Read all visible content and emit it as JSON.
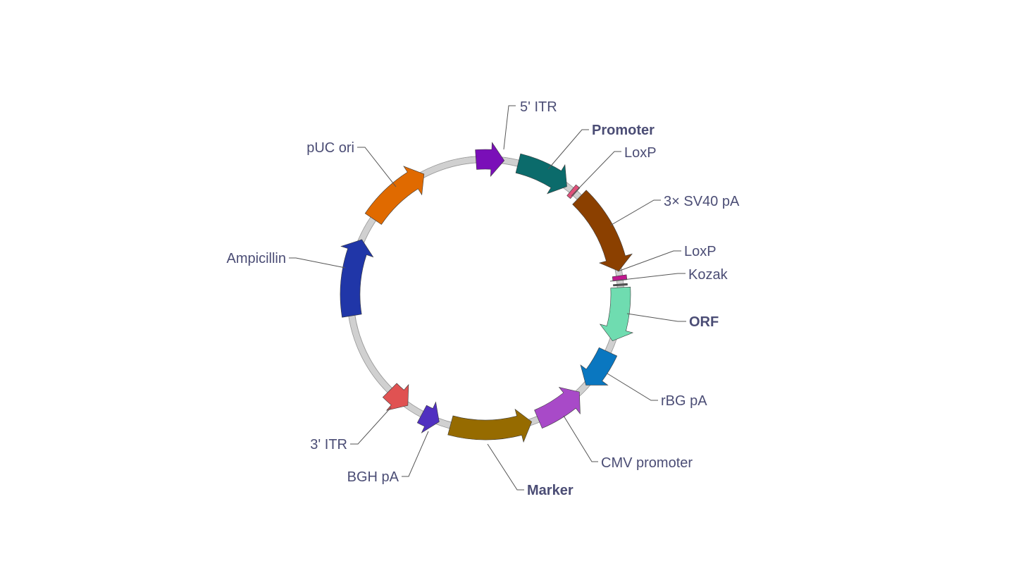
{
  "backbone": {
    "fill": "#d0d0d0",
    "stroke": "#9a9a9a"
  },
  "features": [
    {
      "id": "itr5",
      "label": "5' ITR",
      "bold": false,
      "color": "#7a0fb8",
      "start": 356.0,
      "end": 8.0,
      "strand": 1,
      "icon": "arrow"
    },
    {
      "id": "promoter",
      "label": "Promoter",
      "bold": true,
      "color": "#0b6b6b",
      "start": 14.0,
      "end": 37.0,
      "strand": 1,
      "icon": "arrow"
    },
    {
      "id": "loxp1",
      "label": "LoxP",
      "bold": false,
      "color": "#e0507a",
      "start": 39.5,
      "end": 41.5,
      "strand": 0,
      "icon": "tick"
    },
    {
      "id": "sv40pa",
      "label": "3× SV40 pA",
      "bold": false,
      "color": "#8b4000",
      "start": 44.0,
      "end": 80.0,
      "strand": 1,
      "icon": "arrow"
    },
    {
      "id": "loxp2",
      "label": "LoxP",
      "bold": false,
      "color": "#c0188e",
      "start": 82.0,
      "end": 84.0,
      "strand": 0,
      "icon": "tick"
    },
    {
      "id": "kozak",
      "label": "Kozak",
      "bold": false,
      "color": "#555555",
      "start": 85.5,
      "end": 86.2,
      "strand": 0,
      "icon": "tick"
    },
    {
      "id": "orf",
      "label": "ORF",
      "bold": true,
      "color": "#6fdcb0",
      "start": 87.0,
      "end": 110.0,
      "strand": 1,
      "icon": "arrow"
    },
    {
      "id": "rbgpa",
      "label": "rBG pA",
      "bold": false,
      "color": "#0a77c0",
      "start": 115.0,
      "end": 132.0,
      "strand": 1,
      "icon": "arrow"
    },
    {
      "id": "cmv",
      "label": "CMV promoter",
      "bold": false,
      "color": "#a84ac8",
      "start": 136.0,
      "end": 157.0,
      "strand": -1,
      "icon": "arrow"
    },
    {
      "id": "marker",
      "label": "Marker",
      "bold": true,
      "color": "#966b00",
      "start": 160.0,
      "end": 195.0,
      "strand": -1,
      "icon": "arrow"
    },
    {
      "id": "bghpa",
      "label": "BGH pA",
      "bold": false,
      "color": "#5030c0",
      "start": 200.0,
      "end": 208.0,
      "strand": -1,
      "icon": "arrow"
    },
    {
      "id": "itr3",
      "label": "3' ITR",
      "bold": false,
      "color": "#e05252",
      "start": 215.0,
      "end": 225.0,
      "strand": -1,
      "icon": "arrow"
    },
    {
      "id": "ampicillin",
      "label": "Ampicillin",
      "bold": false,
      "color": "#2036a8",
      "start": 261.0,
      "end": 294.0,
      "strand": 1,
      "icon": "arrow"
    },
    {
      "id": "puc",
      "label": "pUC ori",
      "bold": false,
      "color": "#e06a00",
      "start": 304.0,
      "end": 333.0,
      "strand": 1,
      "icon": "arrow"
    }
  ]
}
